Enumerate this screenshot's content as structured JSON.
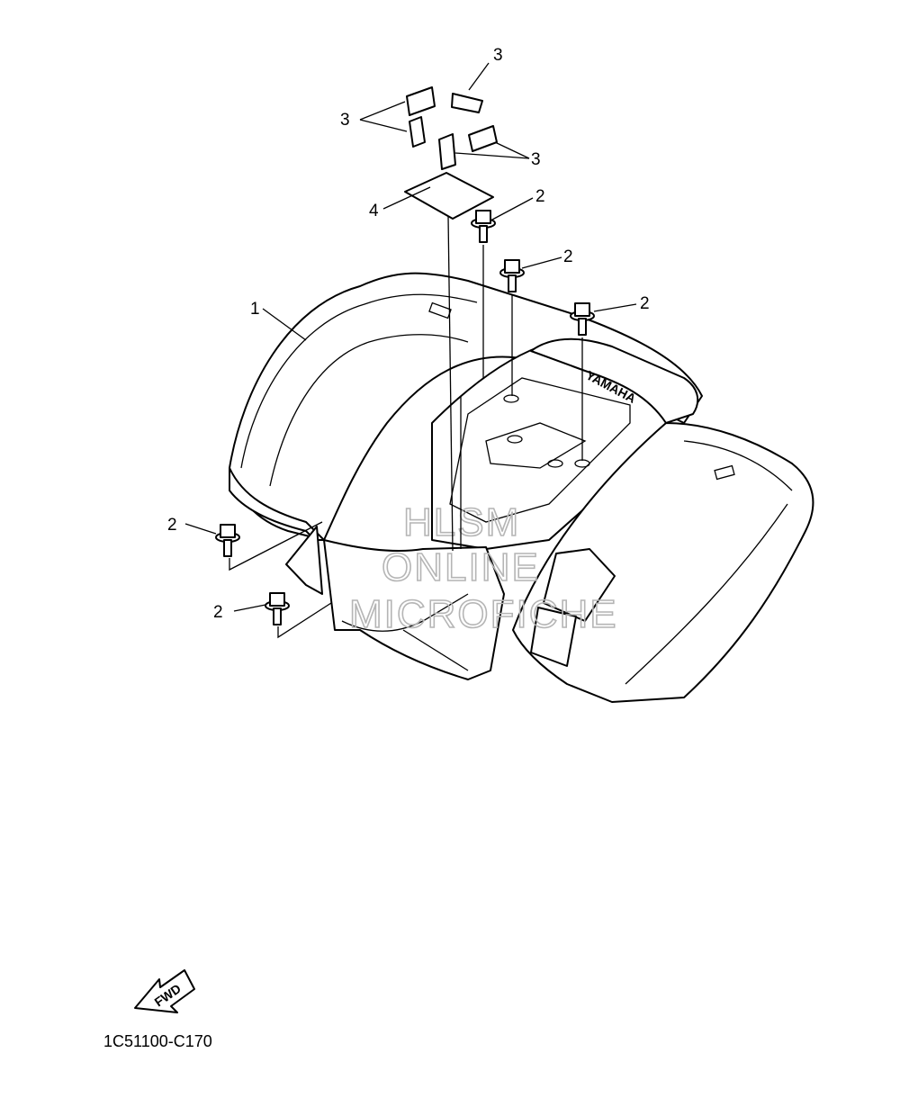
{
  "callouts": {
    "fender": "1",
    "bolt": "2",
    "pad": "3",
    "sheet": "4"
  },
  "watermark": [
    "HLSM",
    "ONLINE",
    "MICROFICHE"
  ],
  "fwd_label": "FWD",
  "drawing_code": "1C51100-C170",
  "brand_badge": "YAMAHA"
}
